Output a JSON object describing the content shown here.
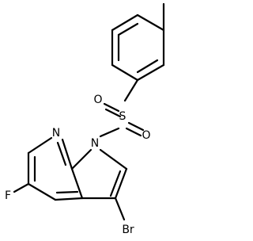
{
  "atoms": {
    "N1": "N",
    "N7": "N",
    "S": "S",
    "O_upper": "O",
    "O_lower": "O",
    "F": "F",
    "Br": "Br"
  }
}
